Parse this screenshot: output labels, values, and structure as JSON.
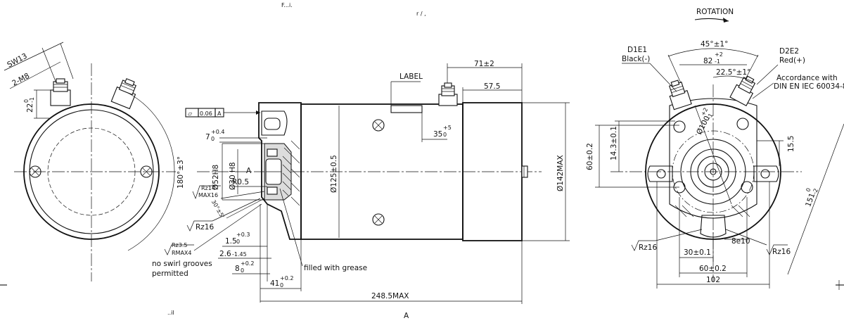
{
  "header": {
    "rotation": "ROTATION",
    "fragment_top_1": "F...i.",
    "fragment_top_2": "r /  ,",
    "fragment_bottom": "..il"
  },
  "left_view": {
    "sw": "SW13",
    "thread": "2-M8",
    "dim_22": "22",
    "dim_22_tol": "0",
    "dim_22_tol2": "-1",
    "angle_180": "180°±3°"
  },
  "section_view": {
    "tol_symbol": "▱",
    "tol_value": "0.06",
    "tol_datum": "A",
    "dim_7": "7",
    "dim_7_tol": "+0.4",
    "dim_7_tol2": "0",
    "dim_52": "Ø52H8",
    "dim_30": "Ø30 H8",
    "datum_A": "A",
    "radius": "R0.5",
    "rz14": "Rz14",
    "max16": "MAX16",
    "angle_30": "30°±5'",
    "rz16": "Rz16",
    "rz35": "Rz3.5",
    "rmax4": "RMAX4",
    "note_1": "no swirl grooves",
    "note_2": "permitted",
    "dim_15": "1.5",
    "dim_15_tol": "+0.3",
    "dim_15_tol2": "0",
    "dim_26": "2.6",
    "dim_26_tol": "-1.45",
    "dim_8": "8",
    "dim_8_tol": "+0.2",
    "dim_8_tol2": "0",
    "dim_41": "41",
    "dim_41_tol": "+0.2",
    "dim_41_tol2": "0",
    "grease": "filled with grease",
    "dim_125": "Ø125±0.5",
    "label": "LABEL",
    "dim_35": "35",
    "dim_35_tol": "+5",
    "dim_35_tol2": "0",
    "dim_71": "71±2",
    "dim_575": "57.5",
    "dim_142": "Ø142MAX",
    "dim_2485": "248.5MAX",
    "section_A": "A"
  },
  "right_view": {
    "angle_45": "45°±1°",
    "d1e1": "D1E1",
    "black": "Black(-)",
    "dim_82": "82",
    "dim_82_tol": "+2",
    "dim_82_tol2": "-1",
    "d2e2": "D2E2",
    "red": "Red(+)",
    "angle_225": "22.5°±1°",
    "accordance_1": "Accordance with",
    "accordance_2": "DIN EN IEC 60034-8",
    "dim_100": "Ø100",
    "dim_100_tol": "+2",
    "dim_100_tol2": "-1",
    "dim_60_v": "60±0.2",
    "dim_143": "14.3±0.1",
    "dim_155": "15.5",
    "dim_151": "151",
    "dim_151_tol": "0",
    "dim_151_tol2": "-2",
    "rz16_left": "Rz16",
    "rz16_right": "Rz16",
    "dim_8e10": "8e10",
    "dim_30": "30±0.1",
    "dim_60_h": "60±0.2",
    "dim_102": "102"
  }
}
